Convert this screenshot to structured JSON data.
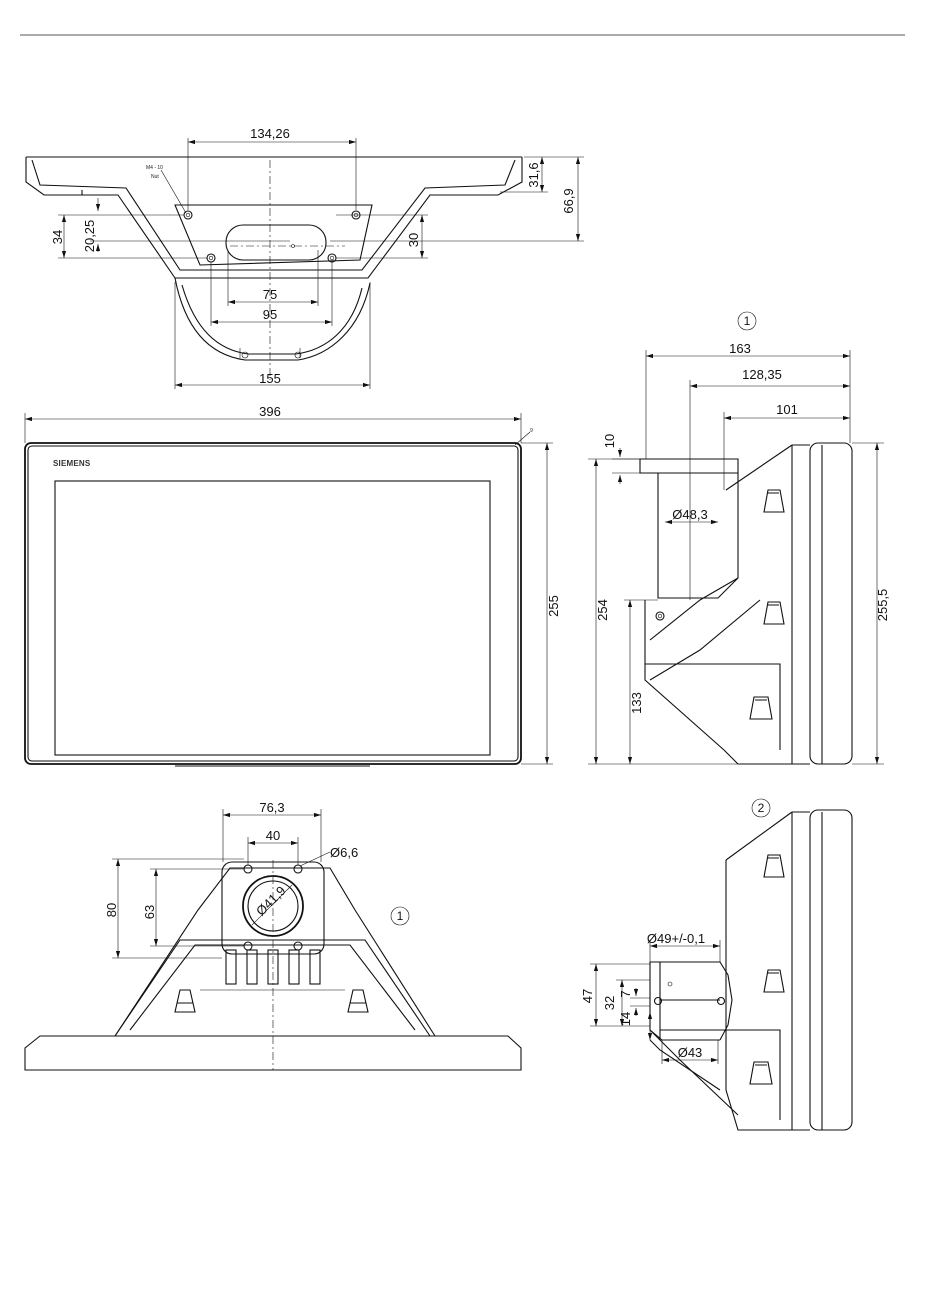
{
  "brand": "SIEMENS",
  "thread_label": "M4 - 10",
  "thread_sublabel": "Nut",
  "small_dim": "9",
  "callouts": {
    "c1_side": "1",
    "c1_bottom": "1",
    "c2": "2"
  },
  "top_view": {
    "d1": "134,26",
    "d2": "31,6",
    "d3": "66,9",
    "d4": "34",
    "d5": "20,25",
    "d6": "30",
    "d7": "75",
    "d8": "95",
    "d9": "155"
  },
  "front_view": {
    "width": "396",
    "height": "255"
  },
  "side_view": {
    "d1": "163",
    "d2": "128,35",
    "d3": "101",
    "d4": "10",
    "d5": "Ø48,3",
    "d6": "254",
    "d7": "133",
    "d8": "255,5"
  },
  "bottom_view": {
    "d1": "76,3",
    "d2": "40",
    "d3": "Ø6,6",
    "d4": "80",
    "d5": "63",
    "d6": "Ø41,9"
  },
  "section_view": {
    "d1": "Ø49+/-0,1",
    "d2": "47",
    "d3": "32",
    "d4": "7",
    "d5": "14",
    "d6": "Ø43"
  }
}
